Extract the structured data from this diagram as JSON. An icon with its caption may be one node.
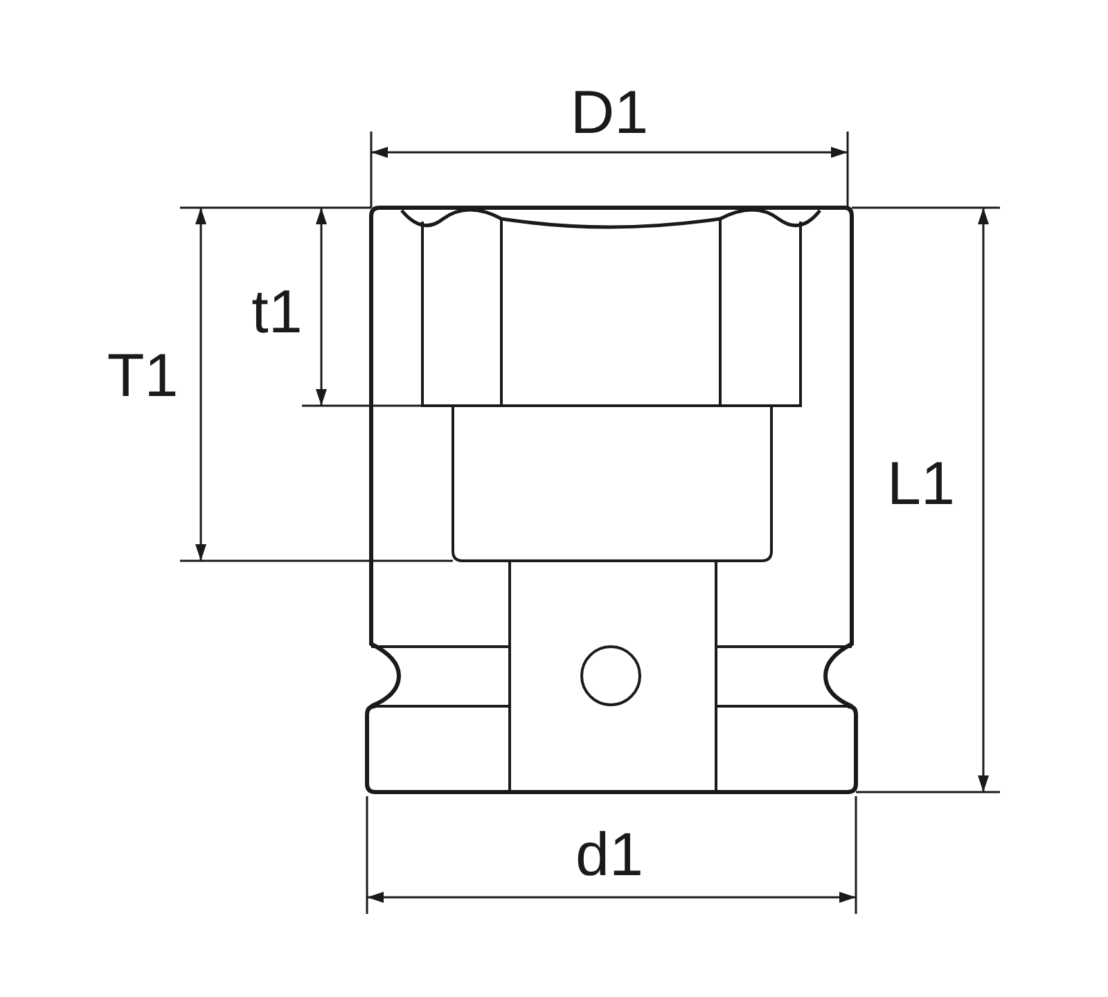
{
  "diagram": {
    "labels": [
      "D1",
      "t1",
      "T1",
      "L1",
      "d1"
    ]
  }
}
